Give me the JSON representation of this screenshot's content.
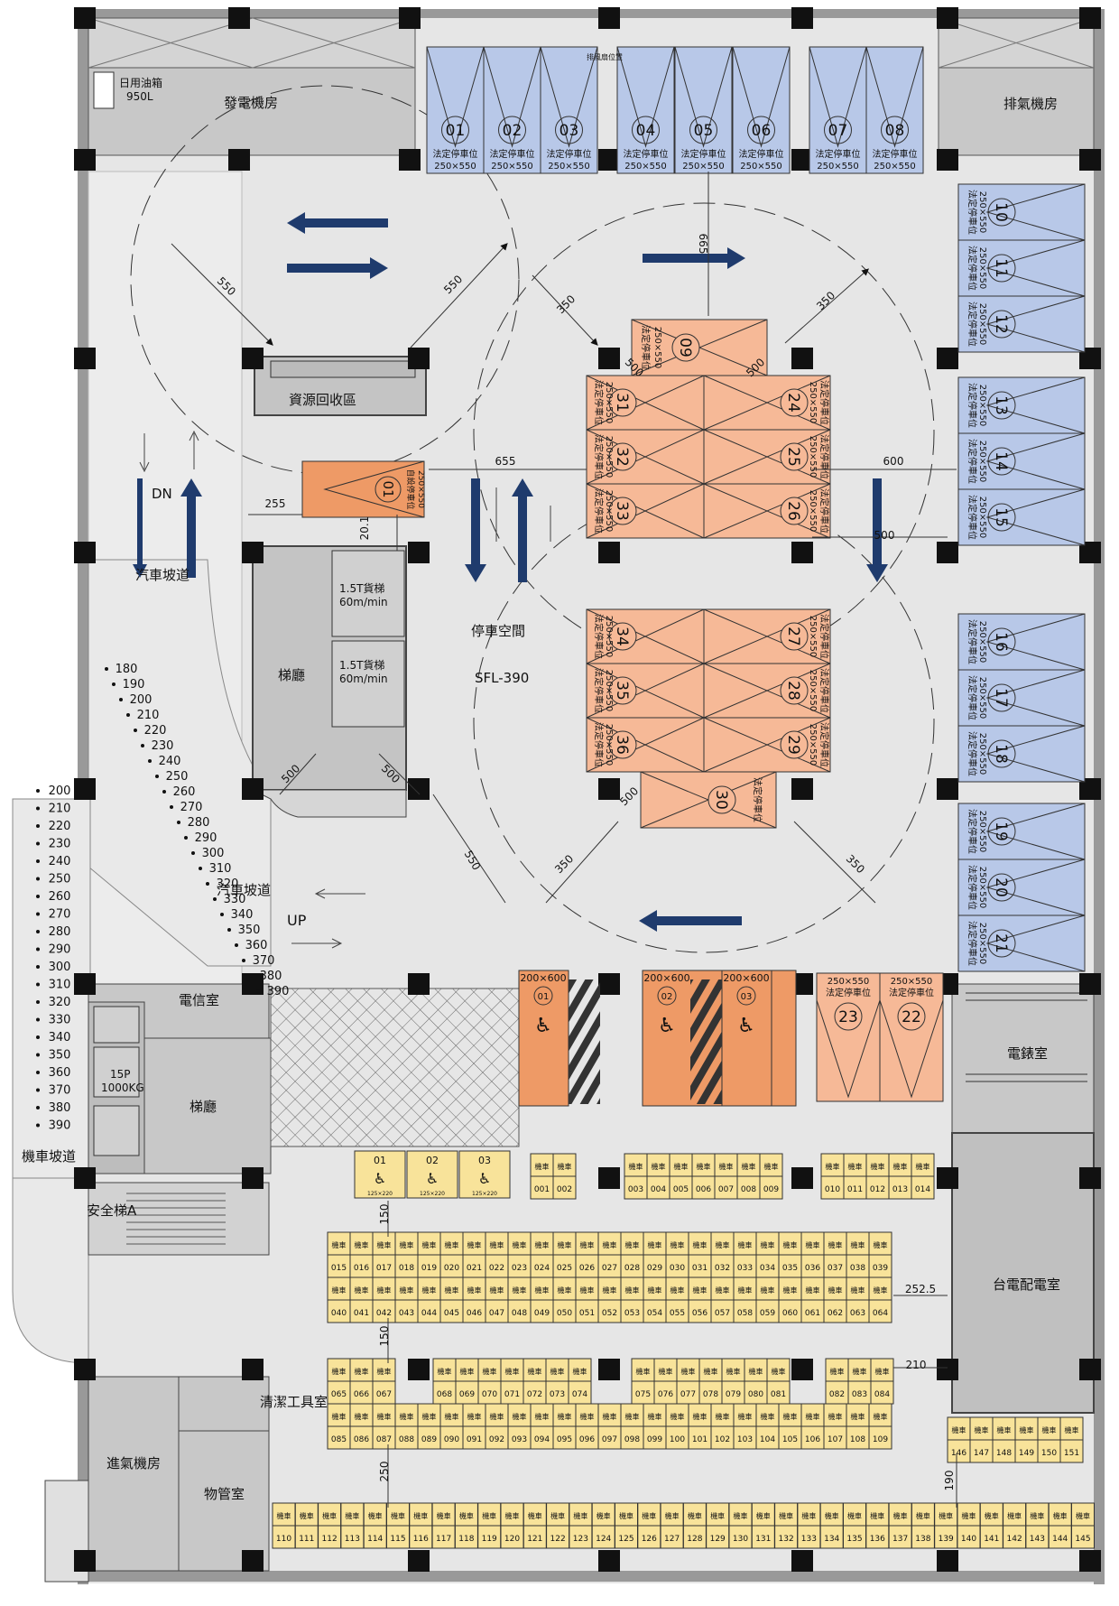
{
  "rooms": {
    "generator": "發電機房",
    "oil_tank": "日用油箱",
    "oil_tank_volume": "950L",
    "exhaust": "排氣機房",
    "recycling": "資源回收區",
    "lobby_upper": "梯廳",
    "freight_elevator_1": "1.5T貨梯",
    "freight_elevator_1_speed": "60m/min",
    "freight_elevator_2": "1.5T貨梯",
    "freight_elevator_2_speed": "60m/min",
    "parking_space": "停車空間",
    "level": "SFL-390",
    "telecom": "電信室",
    "lobby_lower": "梯廳",
    "elevator_15p": "15P",
    "elevator_load": "1000KG",
    "stair_a": "安全梯A",
    "motorcycle_ramp": "機車坡道",
    "car_ramp_upper": "汽車坡道",
    "car_ramp_lower": "汽車坡道",
    "up": "UP",
    "dn": "DN",
    "meter_room": "電錶室",
    "taipower_room": "台電配電室",
    "cleaning_room": "清潔工具室",
    "intake_room": "進氣機房",
    "management_room": "物管室"
  },
  "top_note": "排風扇位置",
  "car_label": "法定停車位",
  "car_size": "250×550",
  "acc_size": "200×600",
  "moto_label": "機車",
  "self_service": "自設停車位",
  "dimensions": [
    "550",
    "550",
    "350",
    "350",
    "665",
    "500",
    "500",
    "655",
    "600",
    "255",
    "500",
    "20.1",
    "500",
    "500",
    "550",
    "350",
    "350",
    "500",
    "150",
    "150",
    "252.5",
    "210",
    "250",
    "190"
  ],
  "top_cars": [
    "01",
    "02",
    "03",
    "04",
    "05",
    "06",
    "07",
    "08"
  ],
  "right_cars": [
    "10",
    "11",
    "12",
    "13",
    "14",
    "15",
    "16",
    "17",
    "18",
    "19",
    "20",
    "21"
  ],
  "center_left_cars": [
    "31",
    "32",
    "33",
    "34",
    "35",
    "36"
  ],
  "center_right_cars": [
    "24",
    "25",
    "26",
    "27",
    "28",
    "29"
  ],
  "car_09": "09",
  "car_30": "30",
  "car_01_self": "01",
  "accessible_cars": [
    "01",
    "02",
    "03"
  ],
  "bottom_cars": [
    "23",
    "22"
  ],
  "moto_acc": [
    "01",
    "02",
    "03"
  ],
  "moto_acc_size": "125×220",
  "moto_row_a": [
    "001",
    "002",
    "003",
    "004",
    "005",
    "006",
    "007",
    "008",
    "009",
    "010",
    "011",
    "012",
    "013",
    "014"
  ],
  "moto_row_b": [
    "015",
    "016",
    "017",
    "018",
    "019",
    "020",
    "021",
    "022",
    "023",
    "024",
    "025",
    "026",
    "027",
    "028",
    "029",
    "030",
    "031",
    "032",
    "033",
    "034",
    "035",
    "036",
    "037",
    "038",
    "039"
  ],
  "moto_row_c": [
    "040",
    "041",
    "042",
    "043",
    "044",
    "045",
    "046",
    "047",
    "048",
    "049",
    "050",
    "051",
    "052",
    "053",
    "054",
    "055",
    "056",
    "057",
    "058",
    "059",
    "060",
    "061",
    "062",
    "063",
    "064"
  ],
  "moto_row_d": [
    "065",
    "066",
    "067",
    "068",
    "069",
    "070",
    "071",
    "072",
    "073",
    "074",
    "075",
    "076",
    "077",
    "078",
    "079",
    "080",
    "081",
    "082",
    "083",
    "084"
  ],
  "moto_row_e": [
    "085",
    "086",
    "087",
    "088",
    "089",
    "090",
    "091",
    "092",
    "093",
    "094",
    "095",
    "096",
    "097",
    "098",
    "099",
    "100",
    "101",
    "102",
    "103",
    "104",
    "105",
    "106",
    "107",
    "108",
    "109"
  ],
  "moto_row_f": [
    "110",
    "111",
    "112",
    "113",
    "114",
    "115",
    "116",
    "117",
    "118",
    "119",
    "120",
    "121",
    "122",
    "123",
    "124",
    "125",
    "126",
    "127",
    "128",
    "129",
    "130",
    "131",
    "132",
    "133",
    "134",
    "135",
    "136",
    "137",
    "138",
    "139",
    "140",
    "141",
    "142",
    "143",
    "144",
    "145"
  ],
  "moto_row_g": [
    "146",
    "147",
    "148",
    "149",
    "150",
    "151"
  ],
  "ramp_levels_a": [
    "180",
    "190",
    "200",
    "210",
    "220",
    "230",
    "240",
    "250",
    "260",
    "270",
    "280",
    "290",
    "300",
    "310",
    "320",
    "330",
    "340",
    "350",
    "360",
    "370",
    "380",
    "390"
  ],
  "ramp_levels_b": [
    "200",
    "210",
    "220",
    "230",
    "240",
    "250",
    "260",
    "270",
    "280",
    "290",
    "300",
    "310",
    "320",
    "330",
    "340",
    "350",
    "360",
    "370",
    "380",
    "390"
  ],
  "colors": {
    "wall": "#999999",
    "floor": "#e6e6e6",
    "legal_space": "#b8c8e8",
    "tandem_space": "#f6b997",
    "accessible_space": "#ee9a66",
    "motorcycle": "#f8e39a",
    "arrow": "#1f3b6d",
    "column": "#111111"
  }
}
